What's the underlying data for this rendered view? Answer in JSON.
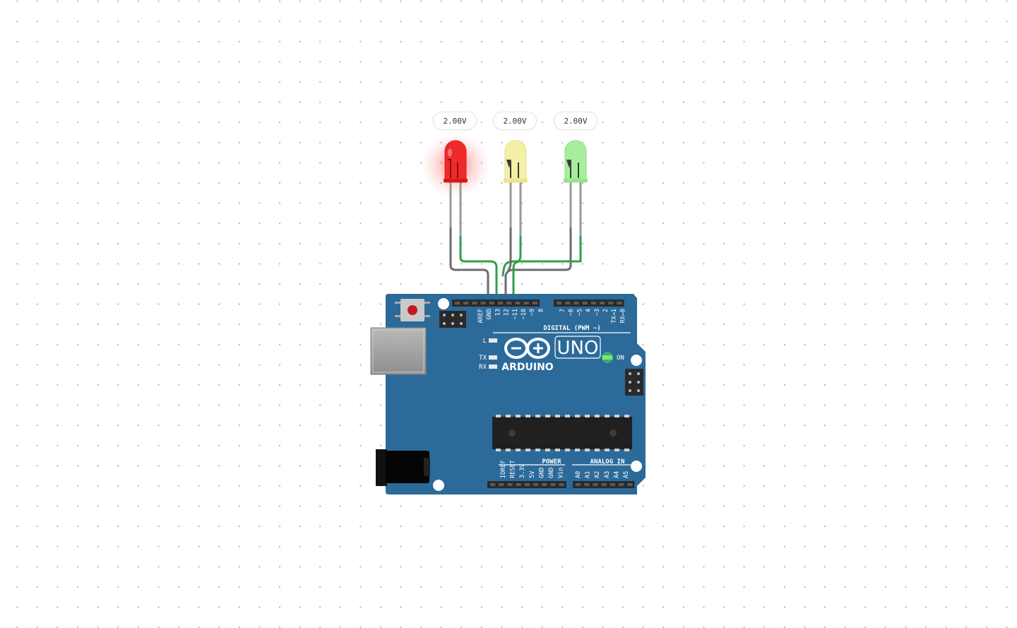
{
  "canvas": {
    "grid": "dotted"
  },
  "leds": [
    {
      "color": "red",
      "voltage": "2.00V",
      "fill": "#ee2a2a",
      "glow": "#ff3b3b",
      "lit": true
    },
    {
      "color": "yellow",
      "voltage": "2.00V",
      "fill": "#f4f0a8",
      "glow": null,
      "lit": false
    },
    {
      "color": "green",
      "voltage": "2.00V",
      "fill": "#a6ee9c",
      "glow": null,
      "lit": false
    }
  ],
  "wires": {
    "ground_color": "#6b6b6b",
    "signal_color": "#2fa04a"
  },
  "arduino": {
    "board_color": "#2c6a9a",
    "brand": "ARDUINO",
    "model": "UNO",
    "digital_header_label": "DIGITAL (PWM ~)",
    "digital_pins": [
      "AREF",
      "GND",
      "13",
      "12",
      "~11",
      "~10",
      "~9",
      "8",
      "7",
      "~6",
      "~5",
      "4",
      "~3",
      "2",
      "TX→1",
      "RX←0"
    ],
    "led_labels": {
      "l": "L",
      "tx": "TX",
      "rx": "RX",
      "on": "ON"
    },
    "power_header_label": "POWER",
    "power_pins": [
      "IOREF",
      "RESET",
      "3.3V",
      "5V",
      "GND",
      "GND",
      "Vin"
    ],
    "analog_header_label": "ANALOG IN",
    "analog_pins": [
      "A0",
      "A1",
      "A2",
      "A3",
      "A4",
      "A5"
    ]
  }
}
